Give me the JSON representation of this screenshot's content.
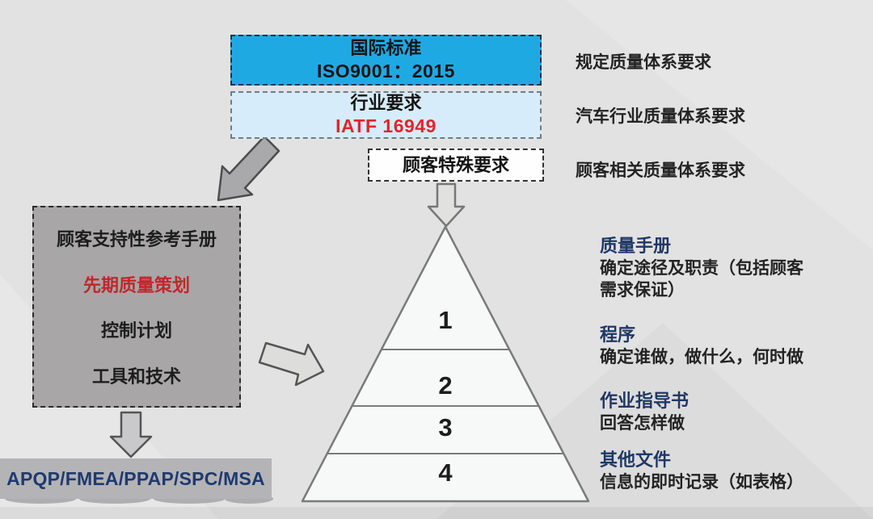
{
  "slide": {
    "background_color": "#E3E2E2"
  },
  "colors": {
    "international_box": "#1FA9E3",
    "industry_box": "#D7ECFA",
    "red_accent": "#E5232B",
    "navy_heading": "#1F3864",
    "gray_panel": "#A8A6A7",
    "apqp_box": "#B4B3B5",
    "pyramid_fill": "#F7F9F8",
    "pyramid_stroke": "#7a7a7a"
  },
  "standards_stack": {
    "international": {
      "title": "国际标准",
      "code": "ISO9001：2015",
      "note": "规定质量体系要求"
    },
    "industry": {
      "title": "行业要求",
      "code": "IATF 16949",
      "note": "汽车行业质量体系要求"
    },
    "customer": {
      "title": "顾客特殊要求",
      "note": "顾客相关质量体系要求"
    }
  },
  "reference_panel": {
    "items": [
      {
        "label": "顾客支持性参考手册"
      },
      {
        "label": "先期质量策划"
      },
      {
        "label": "控制计划"
      },
      {
        "label": "工具和技术"
      }
    ],
    "tools_label": "APQP/FMEA/PPAP/SPC/MSA"
  },
  "pyramid": {
    "levels": [
      {
        "number": "1",
        "heading": "质量手册",
        "description": "确定途径及职责（包括顾客需求保证）"
      },
      {
        "number": "2",
        "heading": "程序",
        "description": "确定谁做，做什么，何时做"
      },
      {
        "number": "3",
        "heading": "作业指导书",
        "description": "回答怎样做"
      },
      {
        "number": "4",
        "heading": "其他文件",
        "description": "信息的即时记录（如表格）"
      }
    ]
  }
}
